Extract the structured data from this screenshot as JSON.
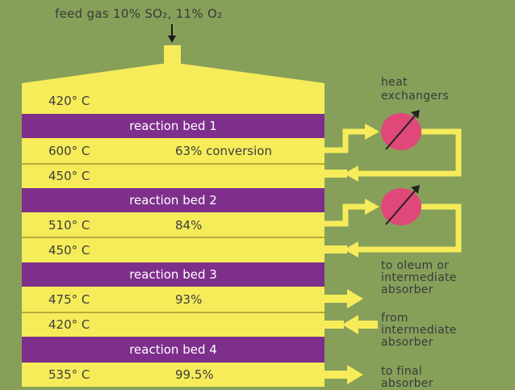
{
  "feed_label": "feed gas 10% SO₂, 11% O₂",
  "heat_exchangers_label": "heat\nexchangers",
  "layers": [
    {
      "kind": "temp",
      "temp": "420° C",
      "note": ""
    },
    {
      "kind": "bed",
      "label": "reaction bed 1"
    },
    {
      "kind": "temp",
      "temp": "600° C",
      "note": "63% conversion"
    },
    {
      "kind": "temp",
      "temp": "450° C",
      "note": ""
    },
    {
      "kind": "bed",
      "label": "reaction bed 2"
    },
    {
      "kind": "temp",
      "temp": "510° C",
      "note": "84%"
    },
    {
      "kind": "temp",
      "temp": "450° C",
      "note": ""
    },
    {
      "kind": "bed",
      "label": "reaction bed 3"
    },
    {
      "kind": "temp",
      "temp": "475° C",
      "note": "93%"
    },
    {
      "kind": "temp",
      "temp": "420° C",
      "note": ""
    },
    {
      "kind": "bed",
      "label": "reaction bed 4"
    },
    {
      "kind": "temp",
      "temp": "535° C",
      "note": "99.5%"
    }
  ],
  "side_labels": {
    "to_oleum": "to oleum or\nintermediate\nabsorber",
    "from_intermediate": "from\nintermediate\nabsorber",
    "to_final": "to final\nabsorber"
  },
  "colors": {
    "background": "#86a05a",
    "yellow": "#f6ec5a",
    "purple": "#7e2f8b",
    "exchanger": "#e0487a",
    "text": "#3a3a3a"
  }
}
